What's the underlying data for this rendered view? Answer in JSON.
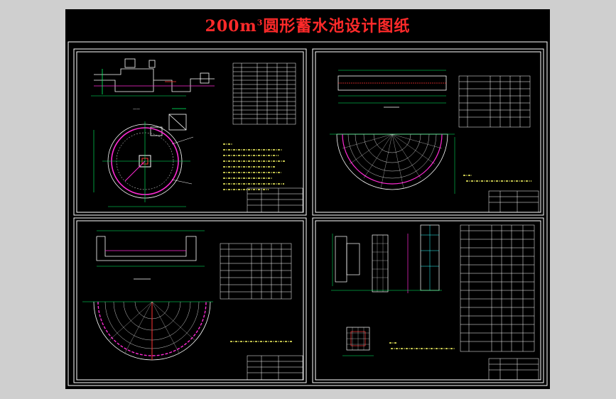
{
  "drawing": {
    "title_prefix": "200m",
    "title_sup": "3",
    "title_suffix": "圆形蓄水池设计图纸"
  },
  "colors": {
    "background": "#000000",
    "outer_bg": "#cfcfcf",
    "title": "#ff2a2a",
    "line": "#ffffff",
    "dim": "#00ff66",
    "accent": "#ff2ad4",
    "hatch": "#ff3333",
    "note": "#ffff66",
    "cyan": "#33ffff"
  }
}
